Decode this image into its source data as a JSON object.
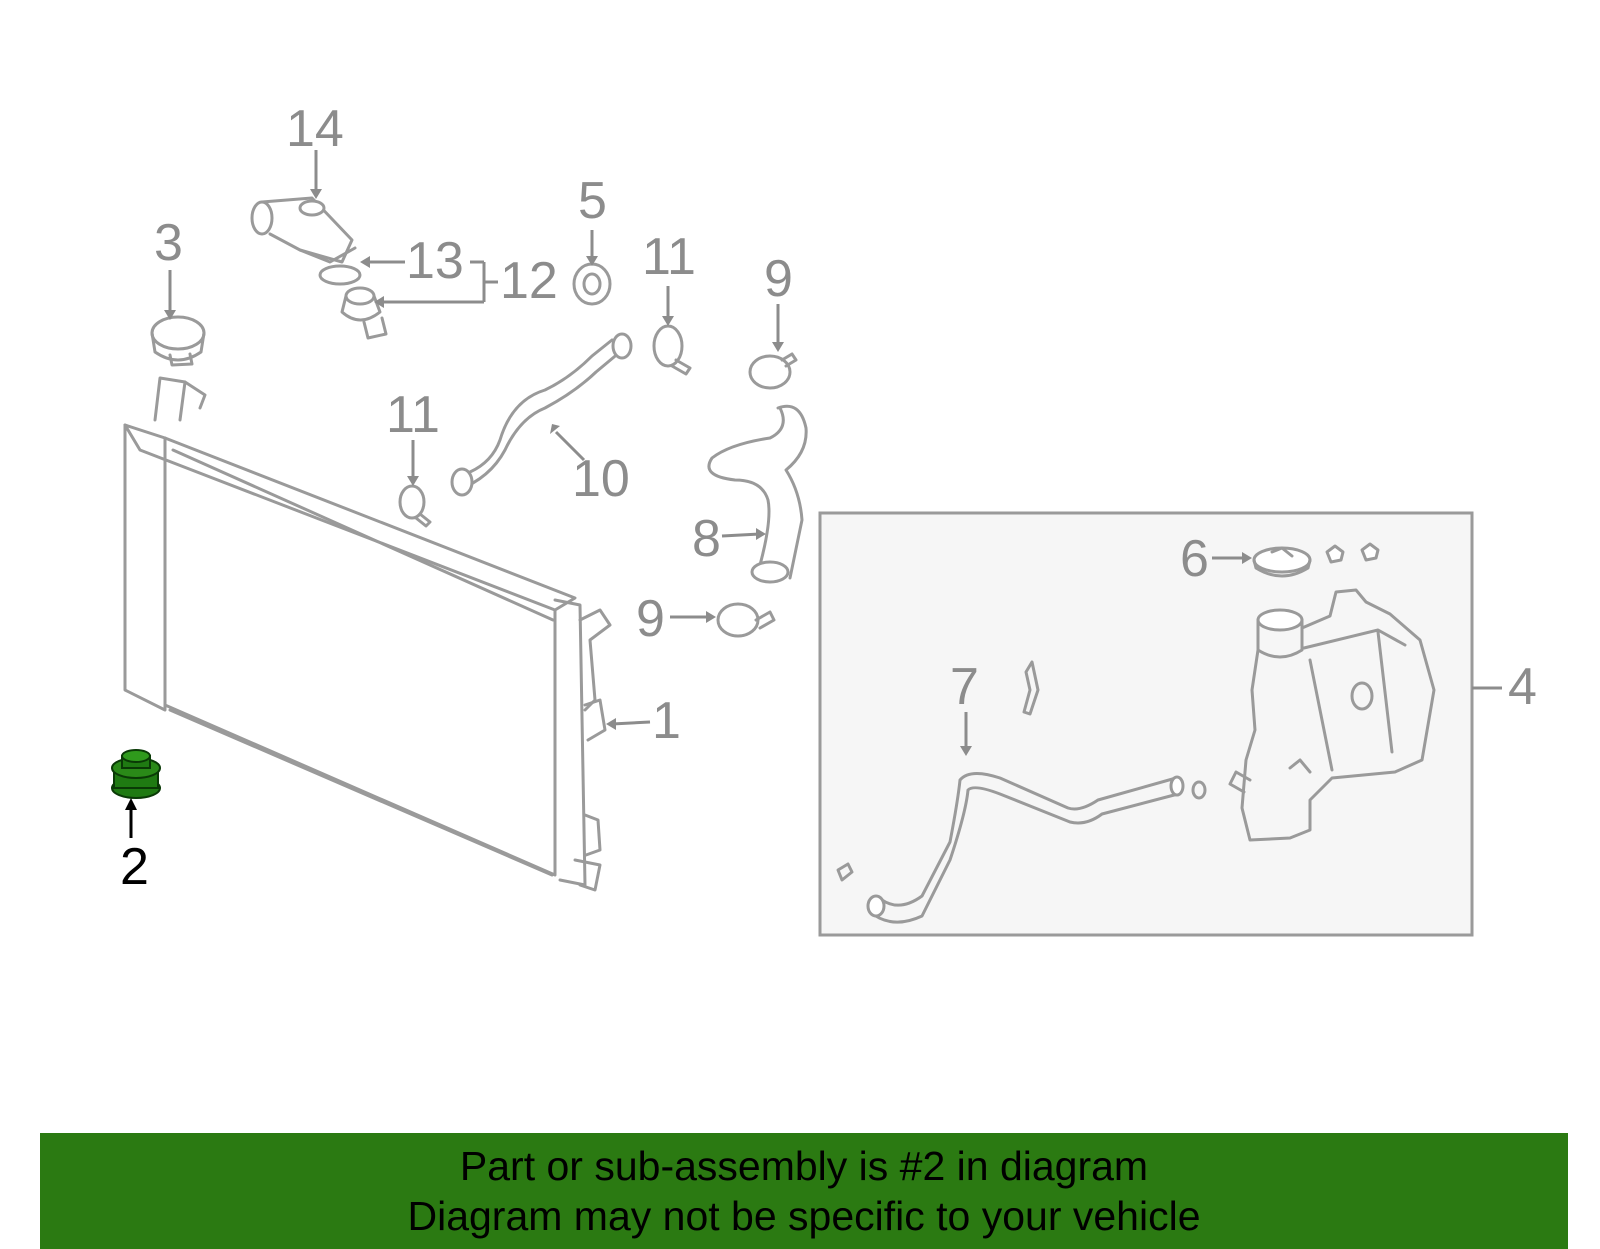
{
  "callouts": {
    "c1": "1",
    "c2": "2",
    "c3": "3",
    "c4": "4",
    "c5": "5",
    "c6": "6",
    "c7": "7",
    "c8": "8",
    "c9a": "9",
    "c9b": "9",
    "c10": "10",
    "c11a": "11",
    "c11b": "11",
    "c12": "12",
    "c13": "13",
    "c14": "14"
  },
  "highlighted_part": "2",
  "colors": {
    "highlight_part": "#1f7a12",
    "banner_bg": "#2b7a12",
    "part_lines": "#9a9a9a",
    "callout_text": "#8c8c8c",
    "inset_bg": "#f6f6f6"
  },
  "banner": {
    "line1": "Part or sub-assembly is #2 in diagram",
    "line2": "Diagram may not be specific to your vehicle"
  }
}
